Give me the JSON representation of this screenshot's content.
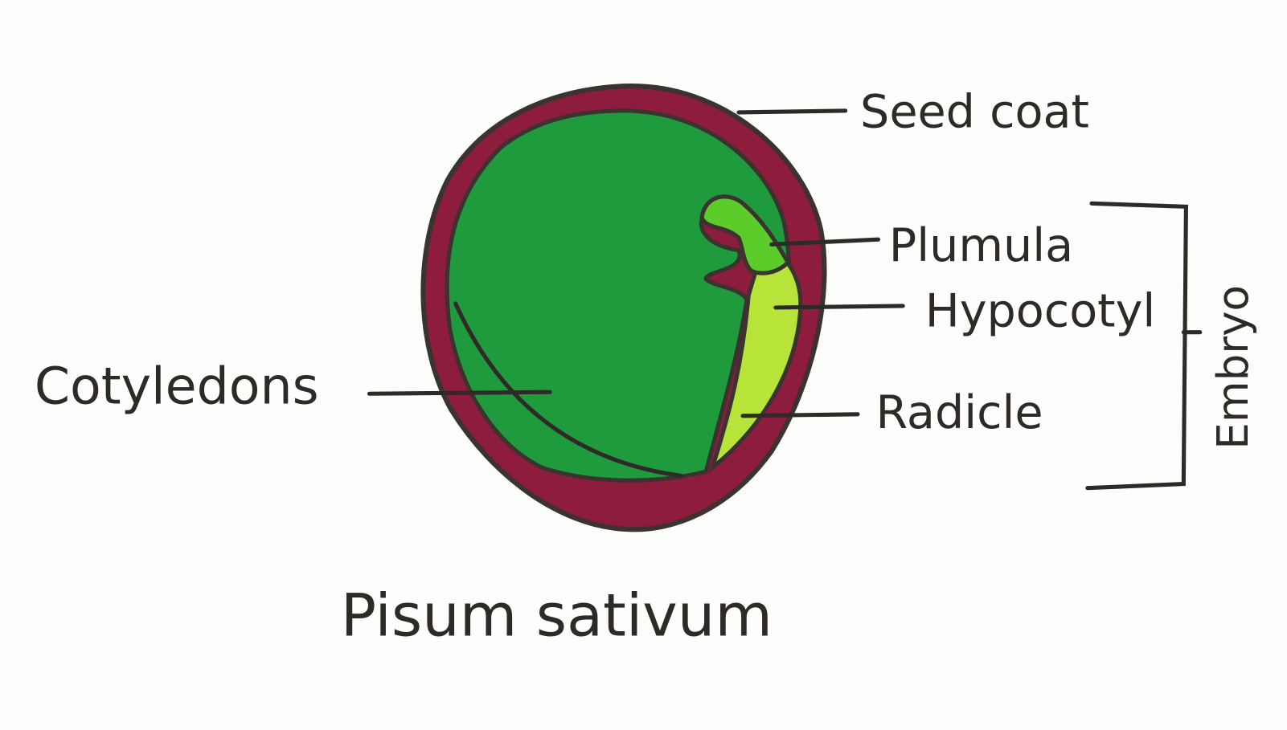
{
  "colors": {
    "seed_coat": "#8e1c3c",
    "cotyledon": "#1f9a3c",
    "plumula": "#5ccc2a",
    "hypocotyl": "#b8e43a",
    "ink": "#2e2a27",
    "paper": "#fdfdfc"
  },
  "labels": {
    "seed_coat": "Seed coat",
    "plumula": "Plumula",
    "hypocotyl": "Hypocotyl",
    "radicle": "Radicle",
    "cotyledons": "Cotyledons",
    "embryo": "Embryo"
  },
  "title": "Pisum sativum"
}
